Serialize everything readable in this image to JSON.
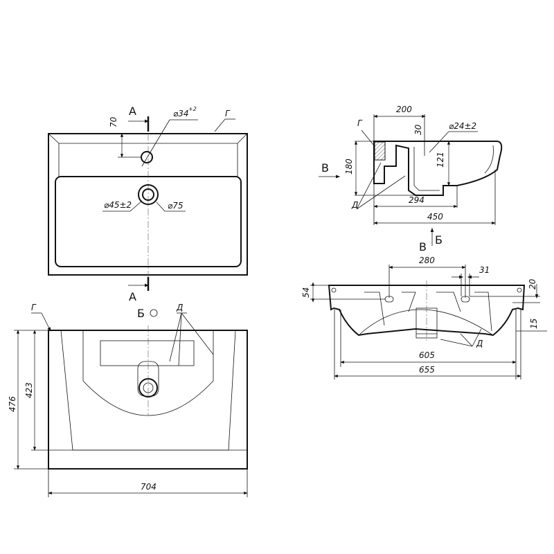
{
  "top_view": {
    "section_label_top": "А",
    "section_label_bottom": "А",
    "dim_70": "70",
    "dim_hole": "⌀34",
    "dim_hole_tol": "+2",
    "edge_label": "Г",
    "dim_drain_inner": "⌀45±2",
    "dim_drain_outer": "⌀75"
  },
  "front_view": {
    "view_label": "Б",
    "edge_label": "Г",
    "detail_label": "Д",
    "dim_476": "476",
    "dim_423": "423",
    "dim_704": "704"
  },
  "section_view": {
    "dim_200": "200",
    "dim_30": "30",
    "dim_overflow": "⌀24±2",
    "edge_label": "Г",
    "view_arrow_label": "В",
    "dim_180": "180",
    "dim_121": "121",
    "detail_label": "Д",
    "dim_294": "294",
    "dim_450": "450",
    "arrow_b_label": "Б"
  },
  "back_view": {
    "view_label": "В",
    "dim_280": "280",
    "dim_31": "31",
    "dim_54": "54",
    "dim_20": "20",
    "dim_15": "15",
    "dim_605": "605",
    "dim_655": "655",
    "detail_label": "Д"
  }
}
